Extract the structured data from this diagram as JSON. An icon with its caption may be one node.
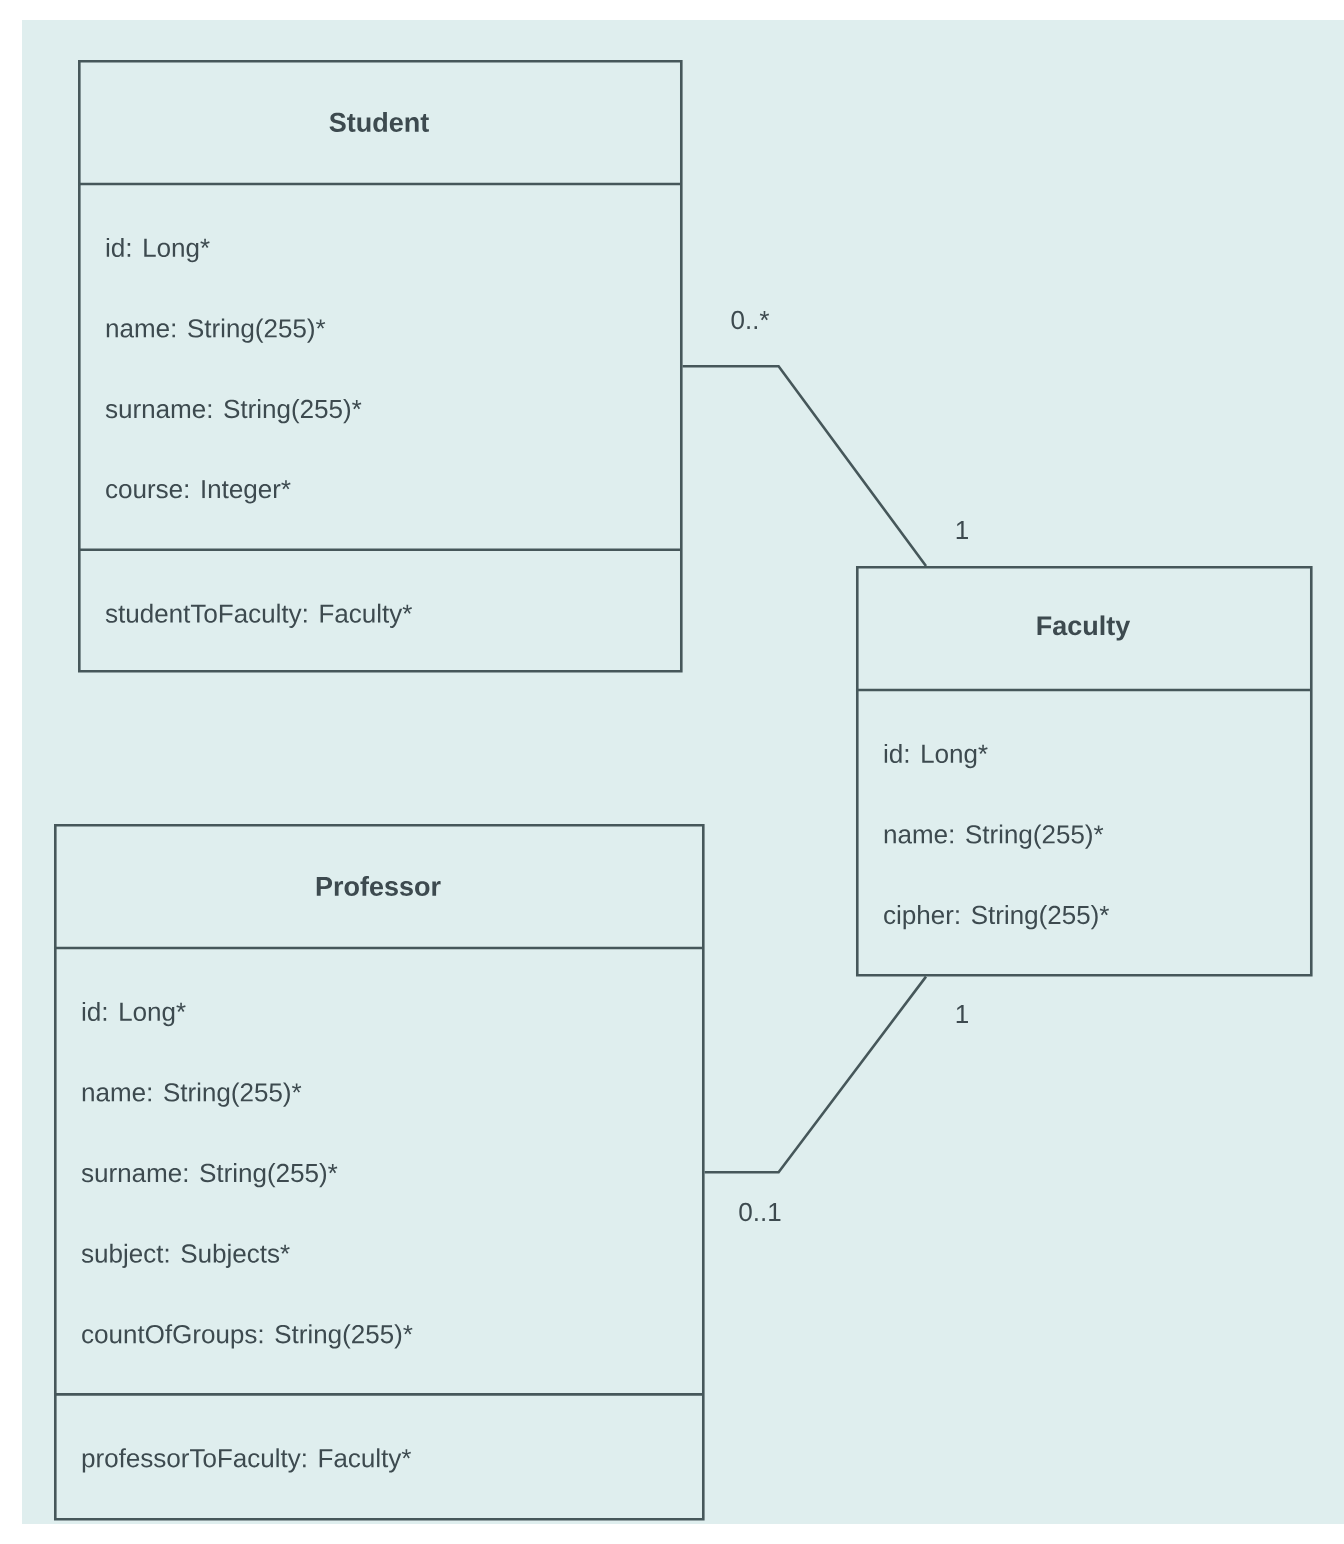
{
  "diagram": {
    "nodes": [
      {
        "text": [
          "Student",
          "id: Long*",
          "name: String(255)*",
          "surname: String(255)*",
          "course: Integer*",
          "studentToFaculty: Faculty*"
        ]
      },
      {
        "text": [
          "Faculty",
          "id: Long*",
          "name: String(255)*",
          "cipher: String(255)*"
        ]
      },
      {
        "text": [
          "Professor",
          "id: Long*",
          "name: String(255)*",
          "surname: String(255)*",
          "subject: Subjects*",
          "countOfGroups: String(255)*",
          "professorToFaculty: Faculty*"
        ]
      }
    ],
    "edges": [
      {
        "from": 0,
        "to": 1,
        "arrow": "none"
      },
      {
        "from": 2,
        "to": 1,
        "arrow": "none"
      }
    ],
    "labels": [
      "0..*",
      "1",
      "1",
      "0..1"
    ]
  }
}
